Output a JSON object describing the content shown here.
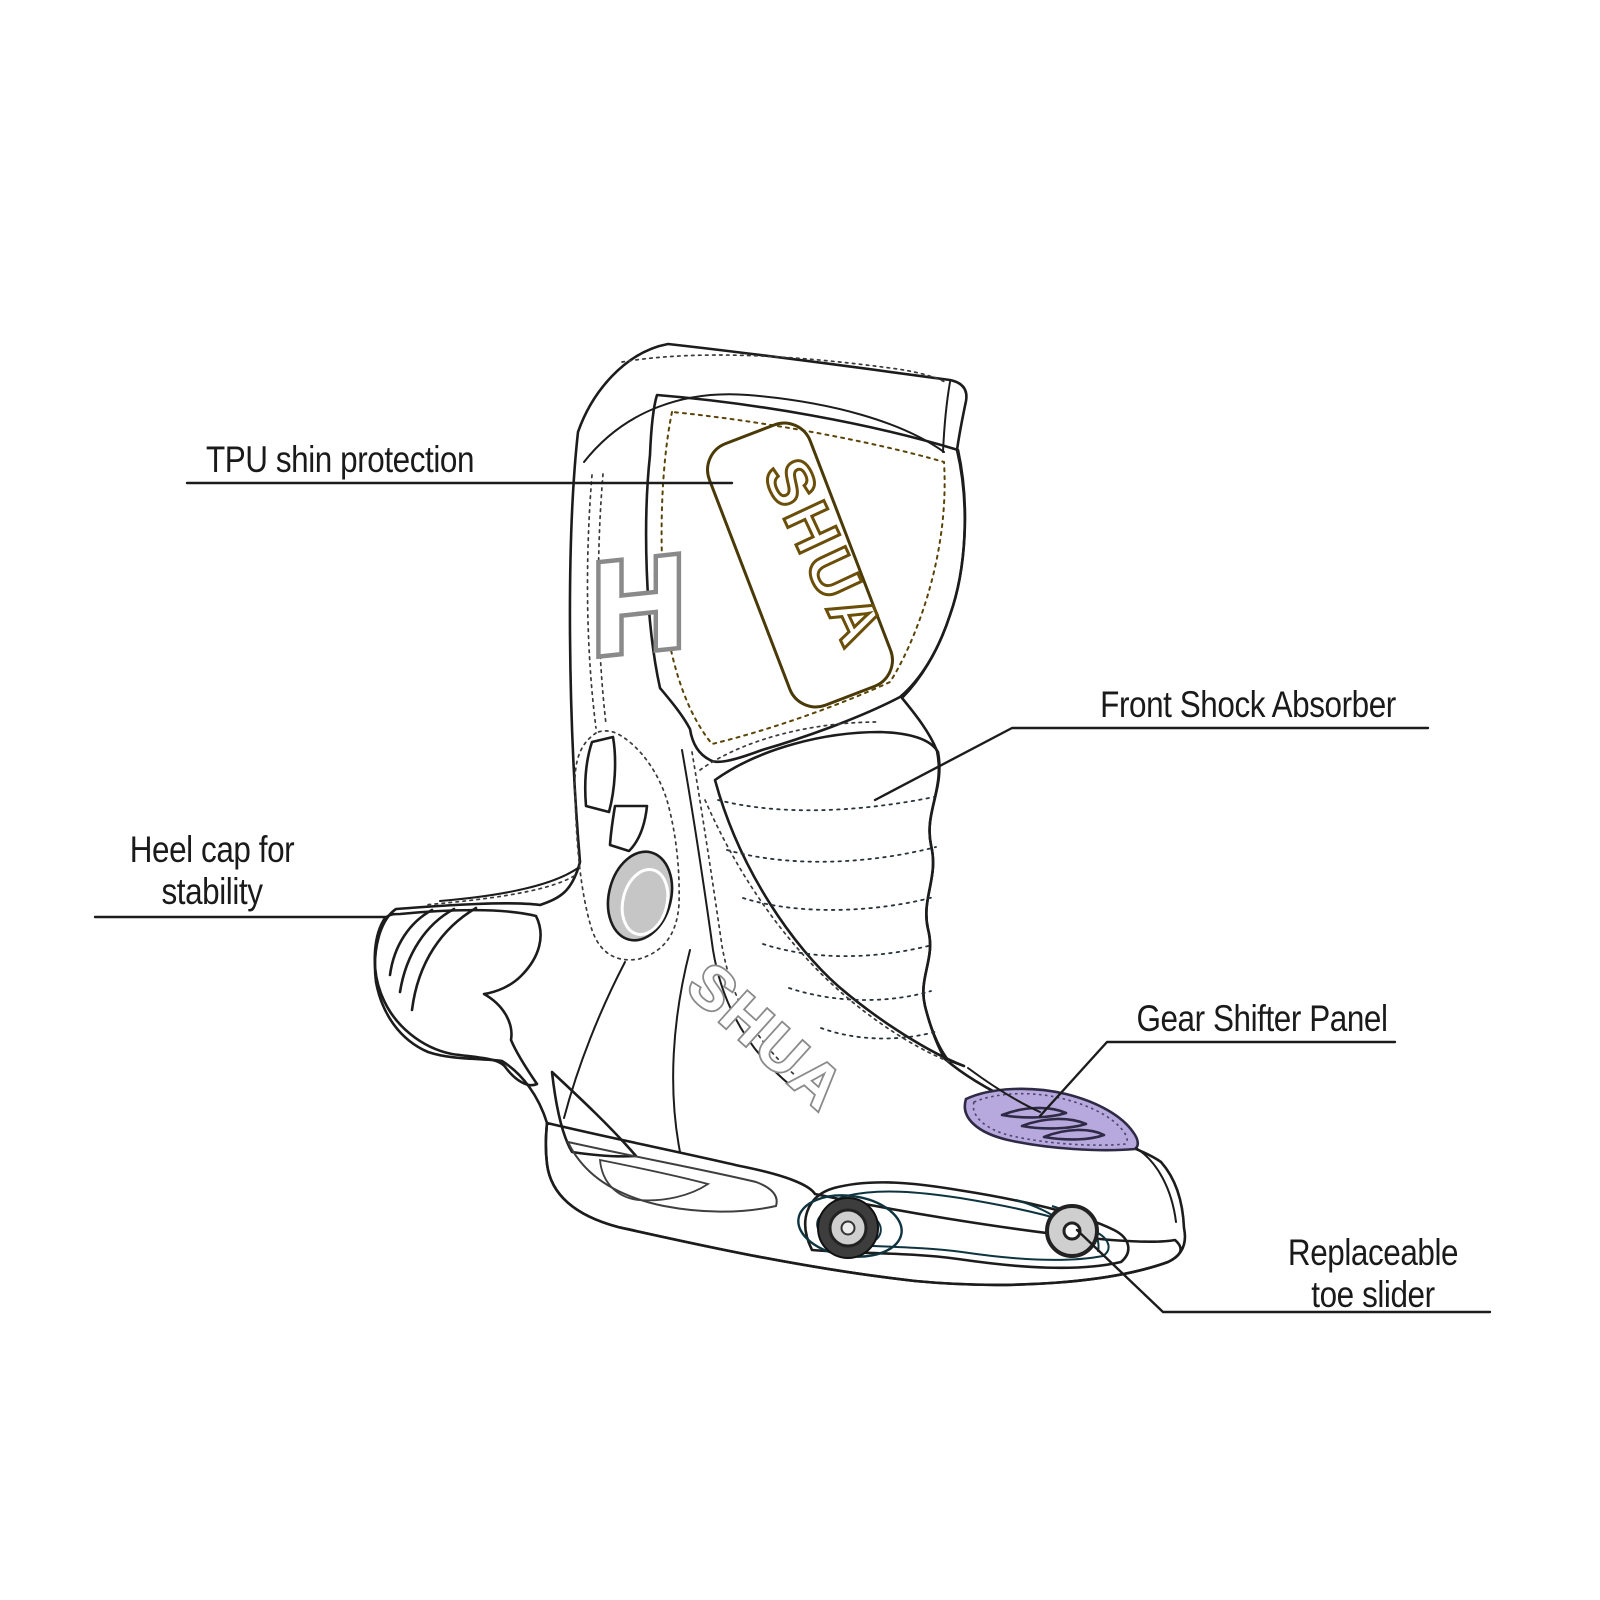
{
  "annotations": {
    "tpu_shin_protection": "TPU shin protection",
    "front_shock_absorber": "Front Shock Absorber",
    "heel_cap_line1": "Heel cap for",
    "heel_cap_line2": "stability",
    "gear_shifter_panel": "Gear Shifter Panel",
    "toe_slider_line1": "Replaceable",
    "toe_slider_line2": "toe slider"
  },
  "brand": {
    "shin_plate_logo": "SHUA",
    "foot_logo": "SHUA",
    "shaft_monogram": "H"
  },
  "colors": {
    "boot_white": "#FFFFFF",
    "shin_plate": "#C6860E",
    "shock_absorber": "#5D6E78",
    "heel_cap": "#2AA2DB",
    "toe_slider": "#3EC3EA",
    "gear_shifter_panel": "#B7A9DE",
    "sole": "#ADADAD",
    "back_panel": "#C6C6C6",
    "rivet_metal": "#CFCFCF",
    "outline": "#1C1C1C",
    "label_text": "#1A1A1A"
  }
}
